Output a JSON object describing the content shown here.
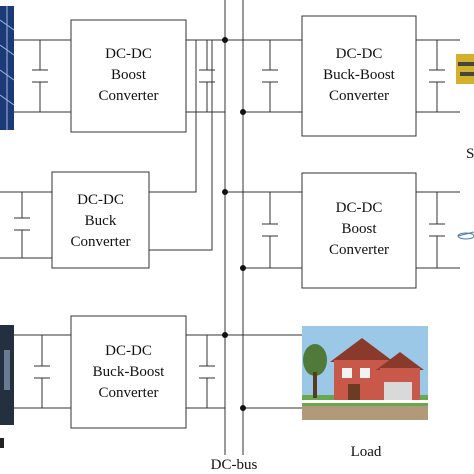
{
  "diagram": {
    "converters": {
      "c1": [
        "DC-DC",
        "Boost",
        "Converter"
      ],
      "c2": [
        "DC-DC",
        "Buck",
        "Converter"
      ],
      "c3": [
        "DC-DC",
        "Buck-Boost",
        "Converter"
      ],
      "c4": [
        "DC-DC",
        "Buck-Boost",
        "Converter"
      ],
      "c5": [
        "DC-DC",
        "Boost",
        "Converter"
      ]
    },
    "load_label": "Load",
    "bus_label": "DC-bus",
    "cropped_right_letter": "S",
    "colors": {
      "wire": "#333333",
      "solar_panel": "#1c3a78",
      "house_roof": "#8a3a2a",
      "house_wall": "#c8584a",
      "sky": "#9cc8e8",
      "grass": "#6aa84f"
    }
  }
}
